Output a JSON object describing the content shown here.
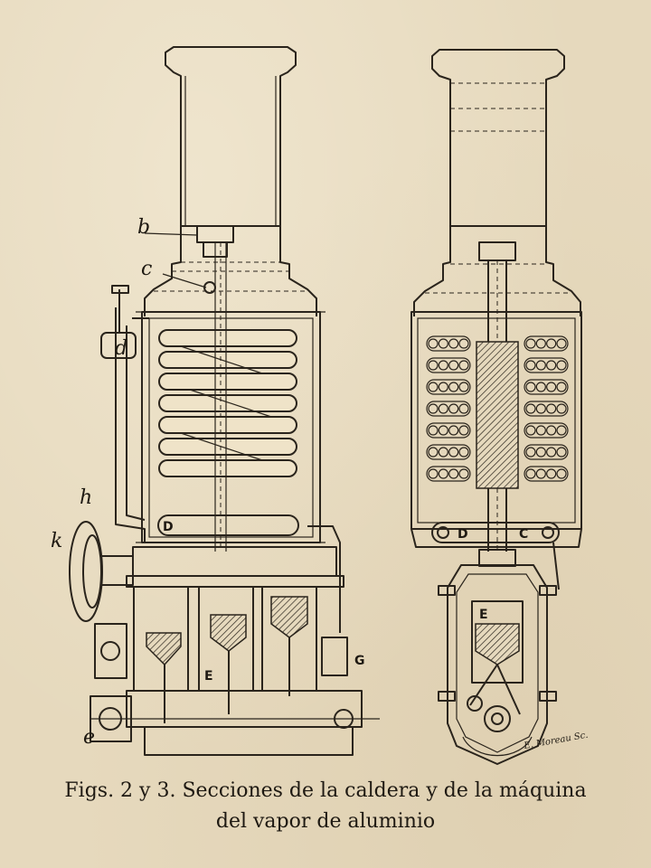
{
  "caption": {
    "line1": "Figs. 2 y 3. Secciones de la caldera y de la máquina",
    "line2": "del vapor de aluminio"
  },
  "labels": {
    "b": "b",
    "c": "c",
    "d": "d",
    "h": "h",
    "k": "k",
    "e": "e",
    "D": "D",
    "E": "E",
    "G": "G",
    "D2": "D",
    "C2": "C",
    "E2": "E"
  },
  "signature": "E. Moreau Sc."
}
